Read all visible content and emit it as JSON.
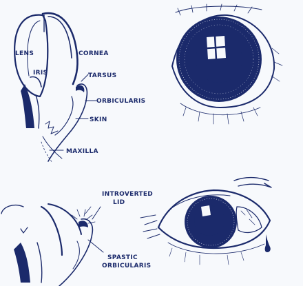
{
  "labels": {
    "lens": "LENS",
    "iris": "IRIS",
    "cornea": "CORNEA",
    "tarsus": "TARSUS",
    "orbicularis": "ORBICULARIS",
    "skin": "SKIN",
    "maxilla": "MAXILLA",
    "introverted_line1": "INTROVERTED",
    "introverted_line2": "LID",
    "spastic_line1": "SPASTIC",
    "spastic_line2": "ORBICULARIS"
  },
  "colors": {
    "ink": "#1b2a6b",
    "paper": "#f7f9fc"
  }
}
